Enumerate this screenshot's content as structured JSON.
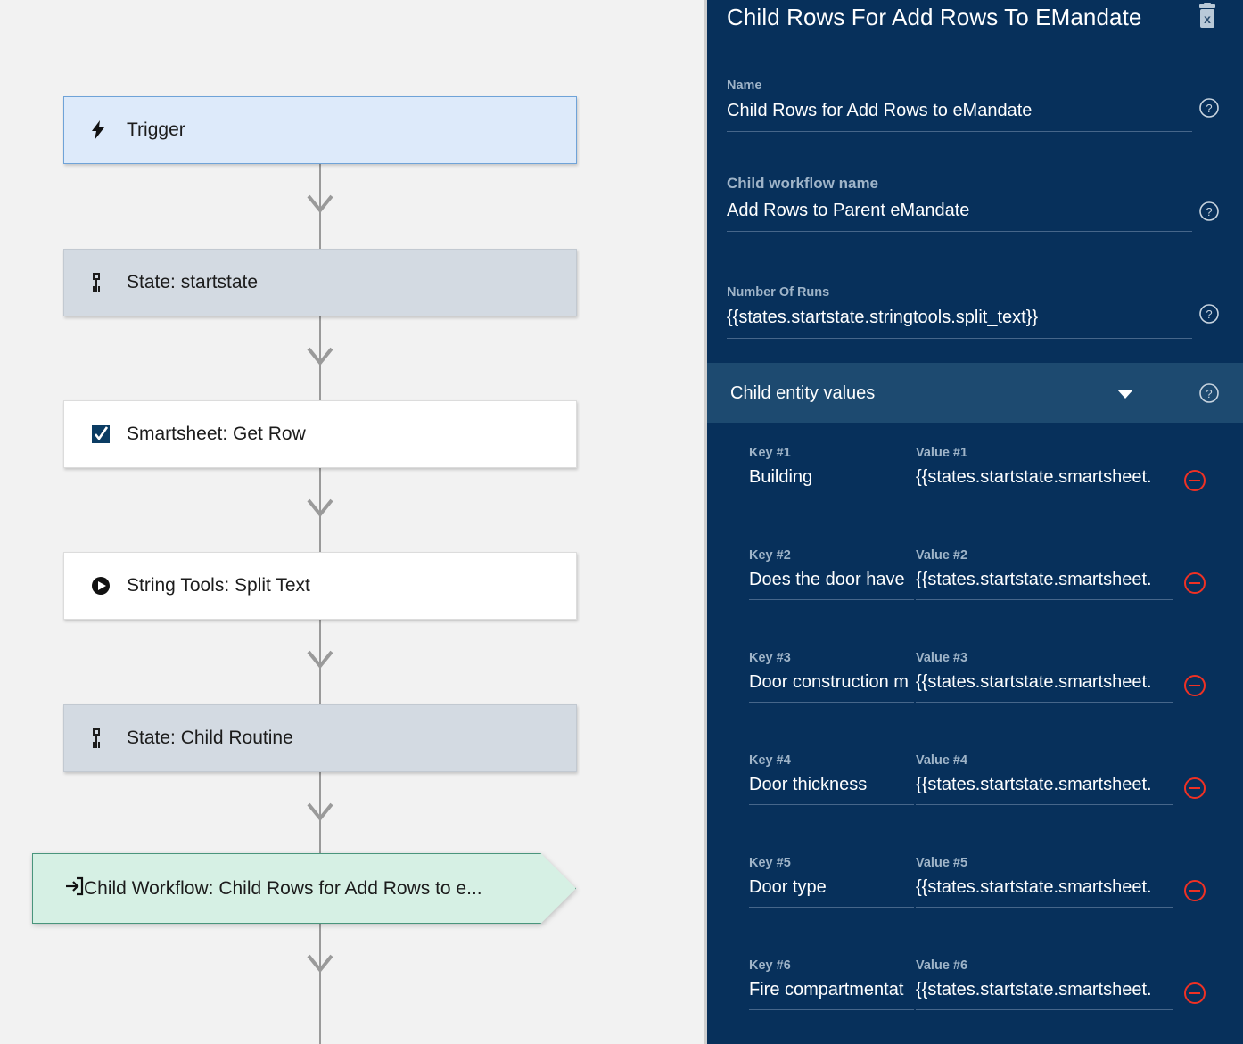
{
  "colors": {
    "panel_bg": "#07305b",
    "section_bg": "#1d4a70",
    "canvas_bg": "#f2f2f2",
    "trigger_node": "#ddeafa",
    "state_node": "#d3dae2",
    "child_node": "#d6f0e4",
    "remove_red": "#ef3124",
    "label_gray": "#9fb4c8"
  },
  "canvas": {
    "nodes": [
      {
        "id": "trigger",
        "label": "Trigger",
        "icon": "bolt-icon"
      },
      {
        "id": "state-start",
        "label": "State: startstate",
        "icon": "state-icon"
      },
      {
        "id": "smartsheet-row",
        "label": "Smartsheet: Get Row",
        "icon": "smartsheet-icon"
      },
      {
        "id": "split-text",
        "label": "String Tools: Split Text",
        "icon": "play-icon"
      },
      {
        "id": "state-child",
        "label": "State: Child Routine",
        "icon": "state-icon"
      },
      {
        "id": "child-workflow",
        "label": "Child Workflow: Child Rows for Add Rows to e...",
        "icon": "enter-icon"
      }
    ]
  },
  "panel": {
    "title": "Child Rows For Add Rows To EMandate",
    "delete_icon": "trash-delete-icon",
    "help_icon": "question-mark-icon",
    "fields": [
      {
        "label": "Name",
        "value": "Child Rows for Add Rows to eMandate"
      },
      {
        "label": "Child workflow name",
        "value": "Add Rows to Parent eMandate"
      },
      {
        "label": "Number Of Runs",
        "value": "{{states.startstate.stringtools.split_text}}"
      }
    ],
    "section": {
      "title": "Child entity values",
      "caret_icon": "chevron-down-icon",
      "help_icon": "question-mark-icon"
    },
    "entity_rows": [
      {
        "key_label": "Key #1",
        "key_value": "Building",
        "value_label": "Value #1",
        "value_value": "{{states.startstate.smartsheet.",
        "remove_icon": "minus-circle-icon"
      },
      {
        "key_label": "Key #2",
        "key_value": "Does the door have",
        "value_label": "Value #2",
        "value_value": "{{states.startstate.smartsheet.",
        "remove_icon": "minus-circle-icon"
      },
      {
        "key_label": "Key #3",
        "key_value": "Door construction m",
        "value_label": "Value #3",
        "value_value": "{{states.startstate.smartsheet.",
        "remove_icon": "minus-circle-icon"
      },
      {
        "key_label": "Key #4",
        "key_value": "Door thickness",
        "value_label": "Value #4",
        "value_value": "{{states.startstate.smartsheet.",
        "remove_icon": "minus-circle-icon"
      },
      {
        "key_label": "Key #5",
        "key_value": "Door type",
        "value_label": "Value #5",
        "value_value": "{{states.startstate.smartsheet.",
        "remove_icon": "minus-circle-icon"
      },
      {
        "key_label": "Key #6",
        "key_value": "Fire compartmentat",
        "value_label": "Value #6",
        "value_value": "{{states.startstate.smartsheet.",
        "remove_icon": "minus-circle-icon"
      }
    ]
  }
}
